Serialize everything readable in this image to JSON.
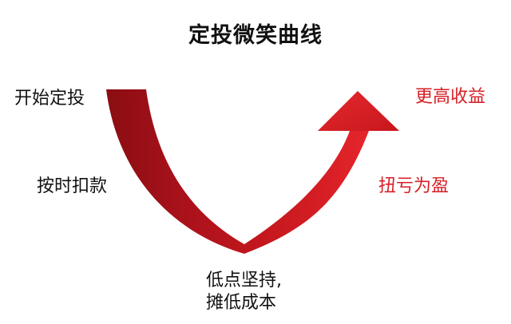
{
  "title": "定投微笑曲线",
  "labels": {
    "start": "开始定投",
    "monthly": "按时扣款",
    "low_line1": "低点坚持,",
    "low_line2": "摊低成本",
    "recover": "扭亏为盈",
    "higher": "更高收益"
  },
  "colors": {
    "dark_text": "#111111",
    "red_text": "#d61f26",
    "curve_dark": "#8a0d12",
    "curve_mid": "#c0161d",
    "curve_light": "#e5262c"
  }
}
